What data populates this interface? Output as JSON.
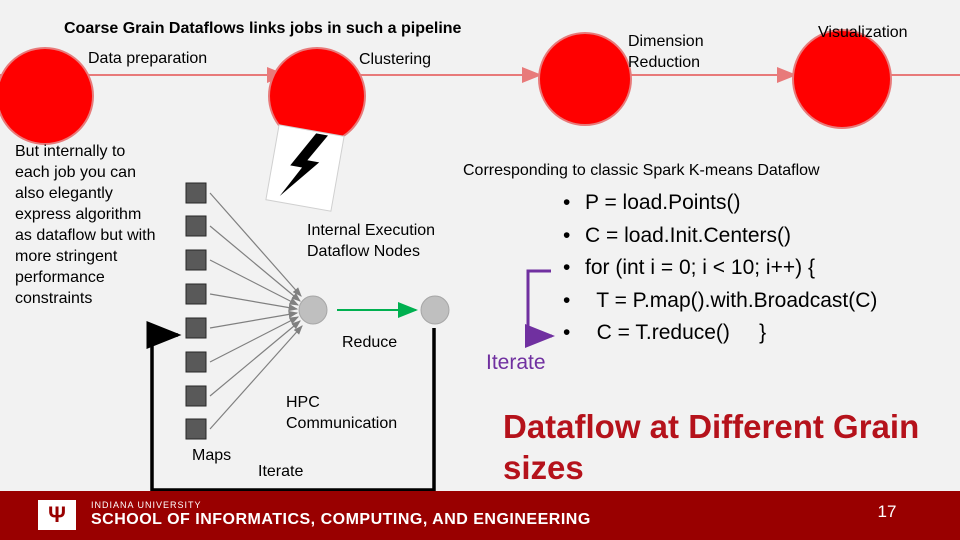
{
  "pipeline": {
    "title": "Coarse Grain Dataflows links jobs in such a pipeline",
    "stages": [
      "Data preparation",
      "Clustering",
      "Dimension Reduction",
      "Visualization"
    ]
  },
  "left_text": {
    "lines": [
      "But internally to",
      "each job you can",
      "also elegantly",
      "express algorithm",
      "as dataflow but with",
      "more stringent",
      "performance",
      "constraints"
    ]
  },
  "internal": {
    "execution_label_lines": [
      "Internal Execution",
      "Dataflow Nodes"
    ],
    "reduce_label": "Reduce",
    "hpc_label_lines": [
      "HPC",
      "Communication"
    ],
    "maps_label": "Maps",
    "iterate_label": "Iterate"
  },
  "spark": {
    "title": "Corresponding to classic Spark K-means Dataflow",
    "bullet_char": "•",
    "lines": [
      "P = load.Points()",
      "C = load.Init.Centers()",
      "for (int i = 0; i < 10; i++) {",
      "  T = P.map().with.Broadcast(C)",
      "  C = T.reduce()     }"
    ],
    "iterate_label": "Iterate"
  },
  "headline_lines": [
    "Dataflow at Different Grain",
    "sizes"
  ],
  "footer": {
    "university": "INDIANA UNIVERSITY",
    "school": "SCHOOL OF INFORMATICS, COMPUTING, AND ENGINEERING",
    "page_number": "17"
  },
  "colors": {
    "node_red": "#ff0000",
    "arrow_pink": "#e87a7a",
    "green_arrow": "#00b050",
    "purple": "#7030a0",
    "headline": "#b5121b",
    "footer_bg": "#990000"
  }
}
